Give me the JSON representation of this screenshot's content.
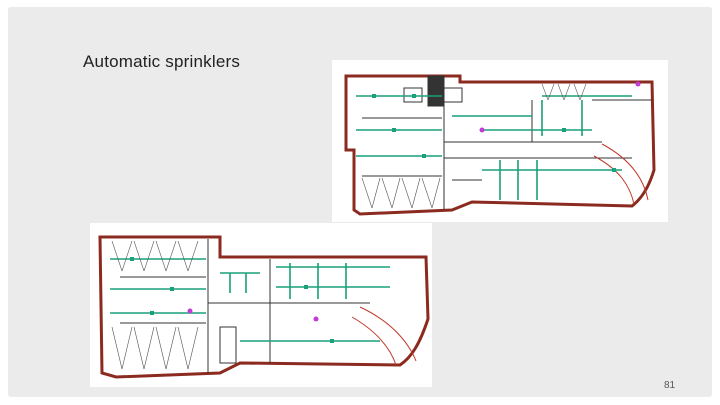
{
  "slide": {
    "title": "Automatic sprinklers",
    "page_number": "81",
    "background_color": "#ebebeb"
  },
  "figures": [
    {
      "name": "floor-plan-upper",
      "wall_color": "#8b2a1f",
      "pipe_color": "#1aa07a"
    },
    {
      "name": "floor-plan-lower",
      "wall_color": "#8b2a1f",
      "pipe_color": "#1aa07a"
    }
  ]
}
